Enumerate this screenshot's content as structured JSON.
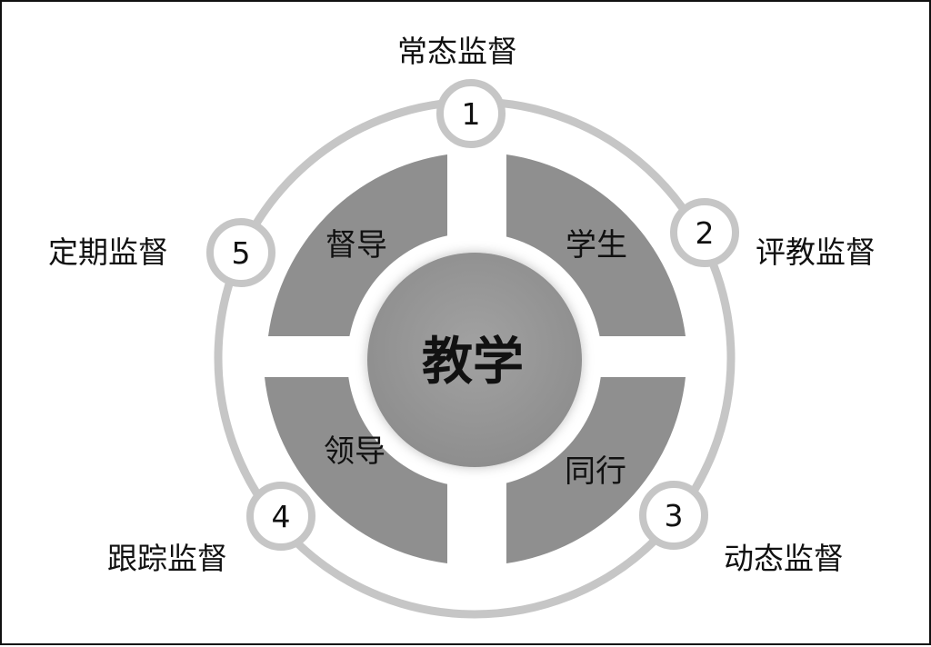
{
  "center": {
    "label": "教学"
  },
  "quadrants": [
    {
      "id": "top-left",
      "label": "督导"
    },
    {
      "id": "top-right",
      "label": "学生"
    },
    {
      "id": "bottom-right",
      "label": "同行"
    },
    {
      "id": "bottom-left",
      "label": "领导"
    }
  ],
  "nodes": [
    {
      "number": "1",
      "label": "常态监督"
    },
    {
      "number": "2",
      "label": "评教监督"
    },
    {
      "number": "3",
      "label": "动态监督"
    },
    {
      "number": "4",
      "label": "跟踪监督"
    },
    {
      "number": "5",
      "label": "定期监督"
    }
  ],
  "colors": {
    "quadrant_fill": "#8f8f8f",
    "center_fill": "#979797",
    "ring_stroke": "#c6c6c6",
    "text": "#111111",
    "border": "#111111"
  }
}
